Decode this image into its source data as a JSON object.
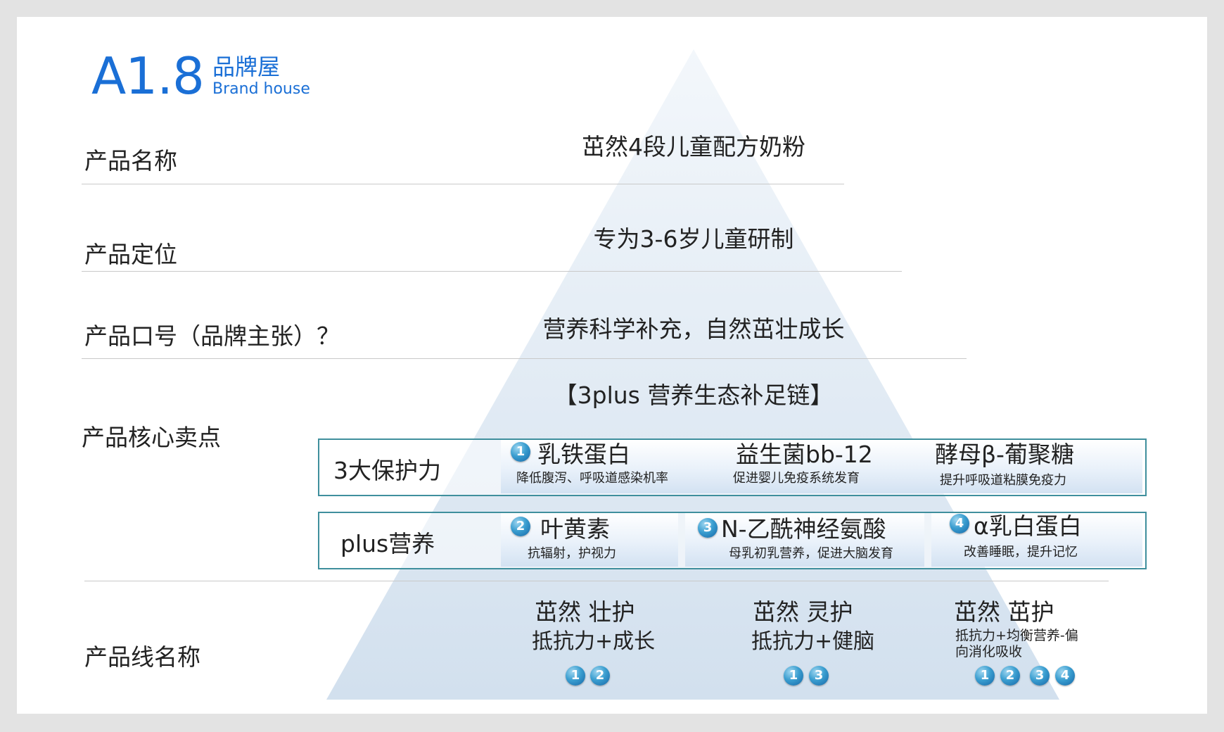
{
  "header": {
    "code": "A1.8",
    "title_cn": "品牌屋",
    "title_en": "Brand house"
  },
  "colors": {
    "accent": "#1a6fd6",
    "band_border": "#3f8f9d",
    "badge": "#2b8cc7",
    "pyramid_top": "#f2f6fb",
    "pyramid_bottom": "#d3e1ef"
  },
  "rows": {
    "product_name": {
      "label": "产品名称",
      "value": "茁然4段儿童配方奶粉"
    },
    "positioning": {
      "label": "产品定位",
      "value": "专为3-6岁儿童研制"
    },
    "slogan": {
      "label": "产品口号（品牌主张）？",
      "value": "营养科学补充，自然茁壮成长"
    },
    "selling_points": {
      "label": "产品核心卖点",
      "chain_title": "【3plus 营养生态补足链】"
    },
    "product_lines": {
      "label": "产品线名称"
    }
  },
  "protection": {
    "label": "3大保护力",
    "items": [
      {
        "num": "1",
        "title": "乳铁蛋白",
        "desc": "降低腹泻、呼吸道感染机率"
      },
      {
        "num": "",
        "title": "益生菌bb-12",
        "desc": "促进婴儿免疫系统发育"
      },
      {
        "num": "",
        "title": "酵母β-葡聚糖",
        "desc": "提升呼吸道粘膜免疫力"
      }
    ]
  },
  "plus": {
    "label": "plus营养",
    "items": [
      {
        "num": "2",
        "title": "叶黄素",
        "desc": "抗辐射，护视力"
      },
      {
        "num": "3",
        "title": "N-乙酰神经氨酸",
        "desc": "母乳初乳营养，促进大脑发育"
      },
      {
        "num": "4",
        "title": "α乳白蛋白",
        "desc": "改善睡眠，提升记忆"
      }
    ]
  },
  "product_lines": [
    {
      "name": "茁然 壮护",
      "desc": "抵抗力+成长",
      "nums": [
        "1",
        "2"
      ]
    },
    {
      "name": "茁然 灵护",
      "desc": "抵抗力+健脑",
      "nums": [
        "1",
        "3"
      ]
    },
    {
      "name": "茁然 茁护",
      "desc": "抵抗力+均衡营养-偏向消化吸收",
      "nums": [
        "1",
        "2",
        "3",
        "4"
      ]
    }
  ]
}
